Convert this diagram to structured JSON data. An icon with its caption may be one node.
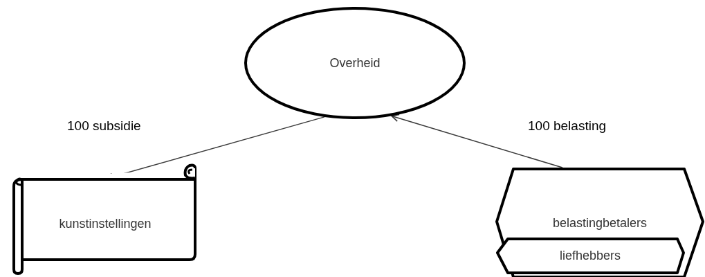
{
  "diagram": {
    "nodes": [
      {
        "text": [
          "Overheid"
        ]
      },
      {
        "text": [
          "kunstinstellingen"
        ]
      },
      {
        "text": [
          "belastingbetalers"
        ]
      },
      {
        "text": [
          "liefhebbers"
        ],
        "in": 2
      }
    ],
    "edges": [
      {
        "from": 0,
        "to": 1,
        "arrow": "to",
        "label": "100 subsidie"
      },
      {
        "from": 2,
        "to": 0,
        "arrow": "to",
        "label": "100 belasting"
      }
    ]
  }
}
